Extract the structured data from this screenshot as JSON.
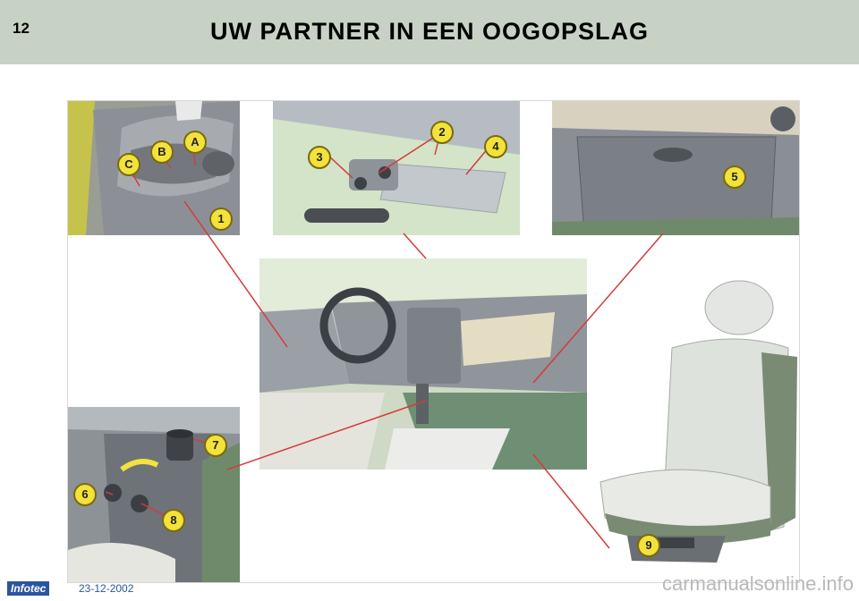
{
  "header": {
    "page_number": "12",
    "title": "UW PARTNER IN EEN OOGOPSLAG"
  },
  "callouts": {
    "n1": "1",
    "n2": "2",
    "n3": "3",
    "n4": "4",
    "n5": "5",
    "n6": "6",
    "n7": "7",
    "n8": "8",
    "n9": "9",
    "a": "A",
    "b": "B",
    "c": "C"
  },
  "footer": {
    "logo": "Infotec",
    "date": "23-12-2002"
  },
  "watermark": "carmanualsonline.info",
  "colors": {
    "header_bg": "#c8d2c4",
    "callout_fill": "#f2e23a",
    "leader_line": "#d63a3a",
    "footer_blue": "#2b55a0"
  }
}
